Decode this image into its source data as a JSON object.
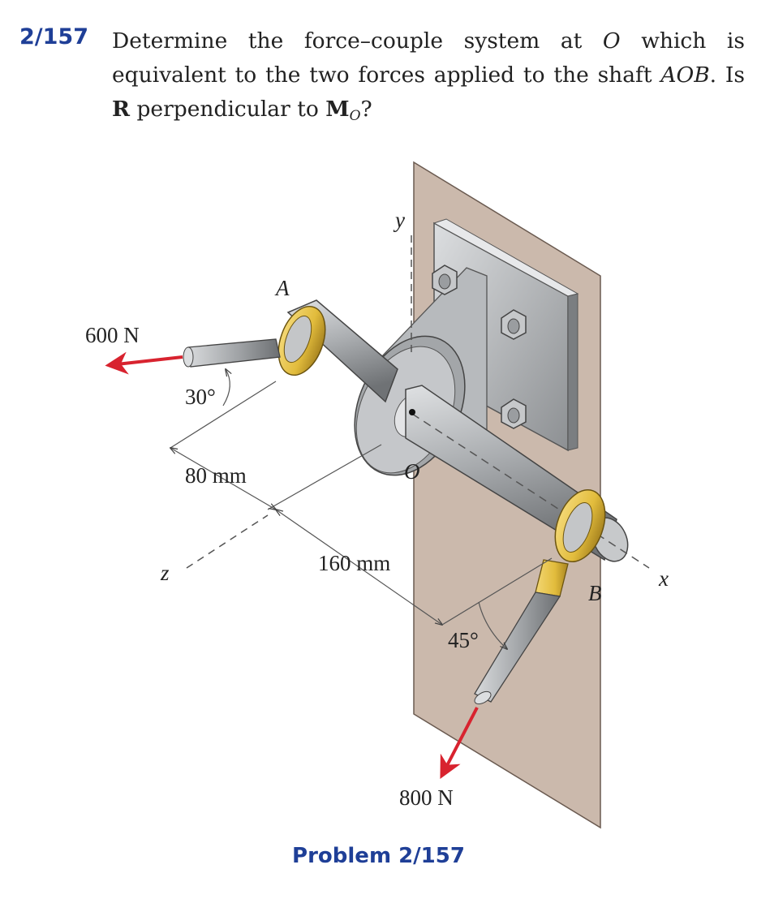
{
  "problem": {
    "number": "2/157",
    "text_line1_a": "Determine the force–couple system at ",
    "point_O": "O",
    "text_line1_b": " which is equivalent to the two forces applied to the shaft ",
    "shaft_name": "AOB",
    "text_q_a": ". Is ",
    "vector_R": "R",
    "text_q_b": " perpendicular to ",
    "vector_M": "M",
    "vector_M_sub": "O",
    "text_q_end": "?"
  },
  "figure": {
    "labels": {
      "force_A": "600 N",
      "force_B": "800 N",
      "angle_A": "30°",
      "angle_B": "45°",
      "dim_80": "80 mm",
      "dim_160": "160 mm",
      "point_A": "A",
      "point_B": "B",
      "point_O": "O",
      "axis_x": "x",
      "axis_y": "y",
      "axis_z": "z"
    },
    "colors": {
      "force_arrow": "#d8232f",
      "collar": "#e2bc3c",
      "shaft": "#a6a9ac",
      "wall": "#cbb9ac"
    }
  },
  "caption": "Problem 2/157"
}
